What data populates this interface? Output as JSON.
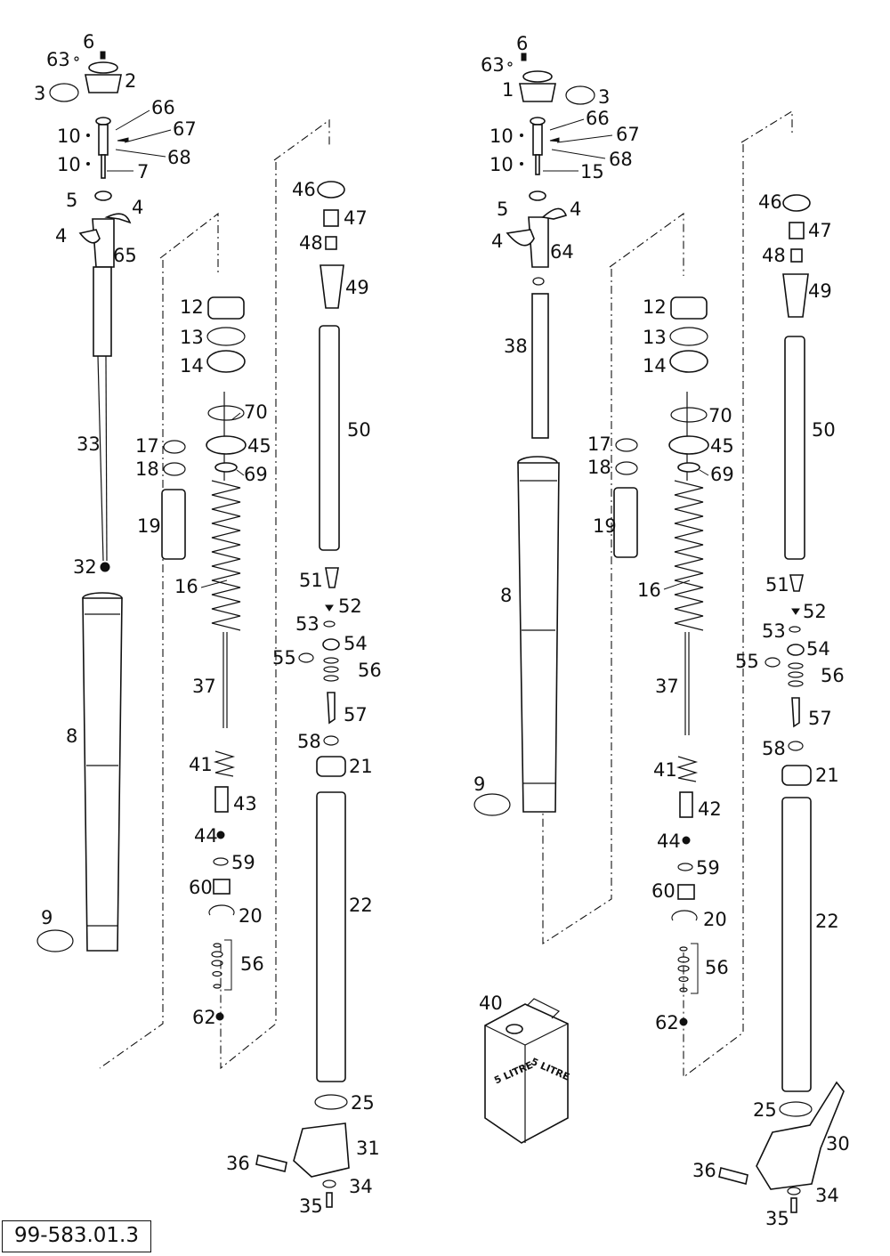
{
  "diagram": {
    "catalog_code": "99-583.01.3",
    "canister_text": "5 LITRE",
    "left_leg": {
      "labels": [
        "63",
        "6",
        "2",
        "3",
        "66",
        "10",
        "67",
        "68",
        "10",
        "7",
        "5",
        "4",
        "4",
        "65",
        "33",
        "32",
        "8",
        "9"
      ],
      "spring_column": [
        "12",
        "13",
        "14",
        "70",
        "45",
        "69",
        "17",
        "18",
        "19",
        "16",
        "37",
        "41",
        "43",
        "44",
        "59",
        "60",
        "20",
        "56",
        "62"
      ],
      "cartridge_column": [
        "46",
        "47",
        "48",
        "49",
        "50",
        "51",
        "52",
        "53",
        "54",
        "55",
        "56",
        "57",
        "58",
        "21",
        "22",
        "25",
        "31",
        "36",
        "34",
        "35"
      ]
    },
    "right_leg": {
      "labels": [
        "6",
        "63",
        "1",
        "3",
        "66",
        "10",
        "67",
        "68",
        "10",
        "15",
        "5",
        "4",
        "4",
        "64",
        "38",
        "8",
        "9"
      ],
      "spring_column": [
        "12",
        "13",
        "14",
        "70",
        "45",
        "69",
        "17",
        "18",
        "19",
        "16",
        "37",
        "41",
        "42",
        "44",
        "59",
        "60",
        "20",
        "56",
        "62"
      ],
      "cartridge_column": [
        "46",
        "47",
        "48",
        "49",
        "50",
        "51",
        "52",
        "53",
        "54",
        "55",
        "56",
        "57",
        "58",
        "21",
        "22",
        "25",
        "30",
        "36",
        "34",
        "35"
      ],
      "canister": "40"
    }
  }
}
